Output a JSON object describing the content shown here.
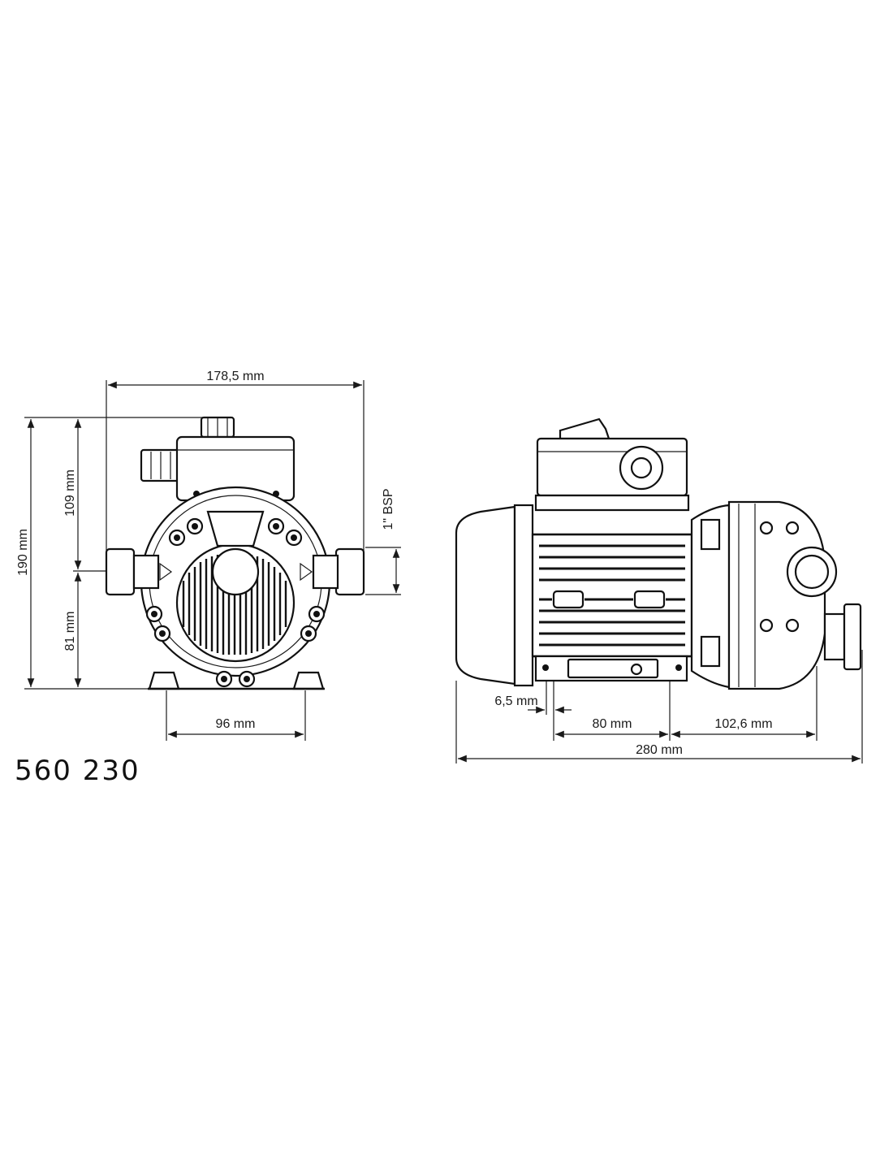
{
  "drawing": {
    "model_number": "560 230",
    "line_color": "#111111",
    "background": "#ffffff",
    "front_view": {
      "width_label": "178,5 mm",
      "height_total_label": "190 mm",
      "height_upper_label": "109 mm",
      "height_lower_label": "81 mm",
      "port_label": "1\" BSP",
      "base_width_label": "96 mm"
    },
    "side_view": {
      "offset_label": "6,5 mm",
      "foot_span_label": "80 mm",
      "head_length_label": "102,6 mm",
      "total_length_label": "280 mm"
    }
  }
}
